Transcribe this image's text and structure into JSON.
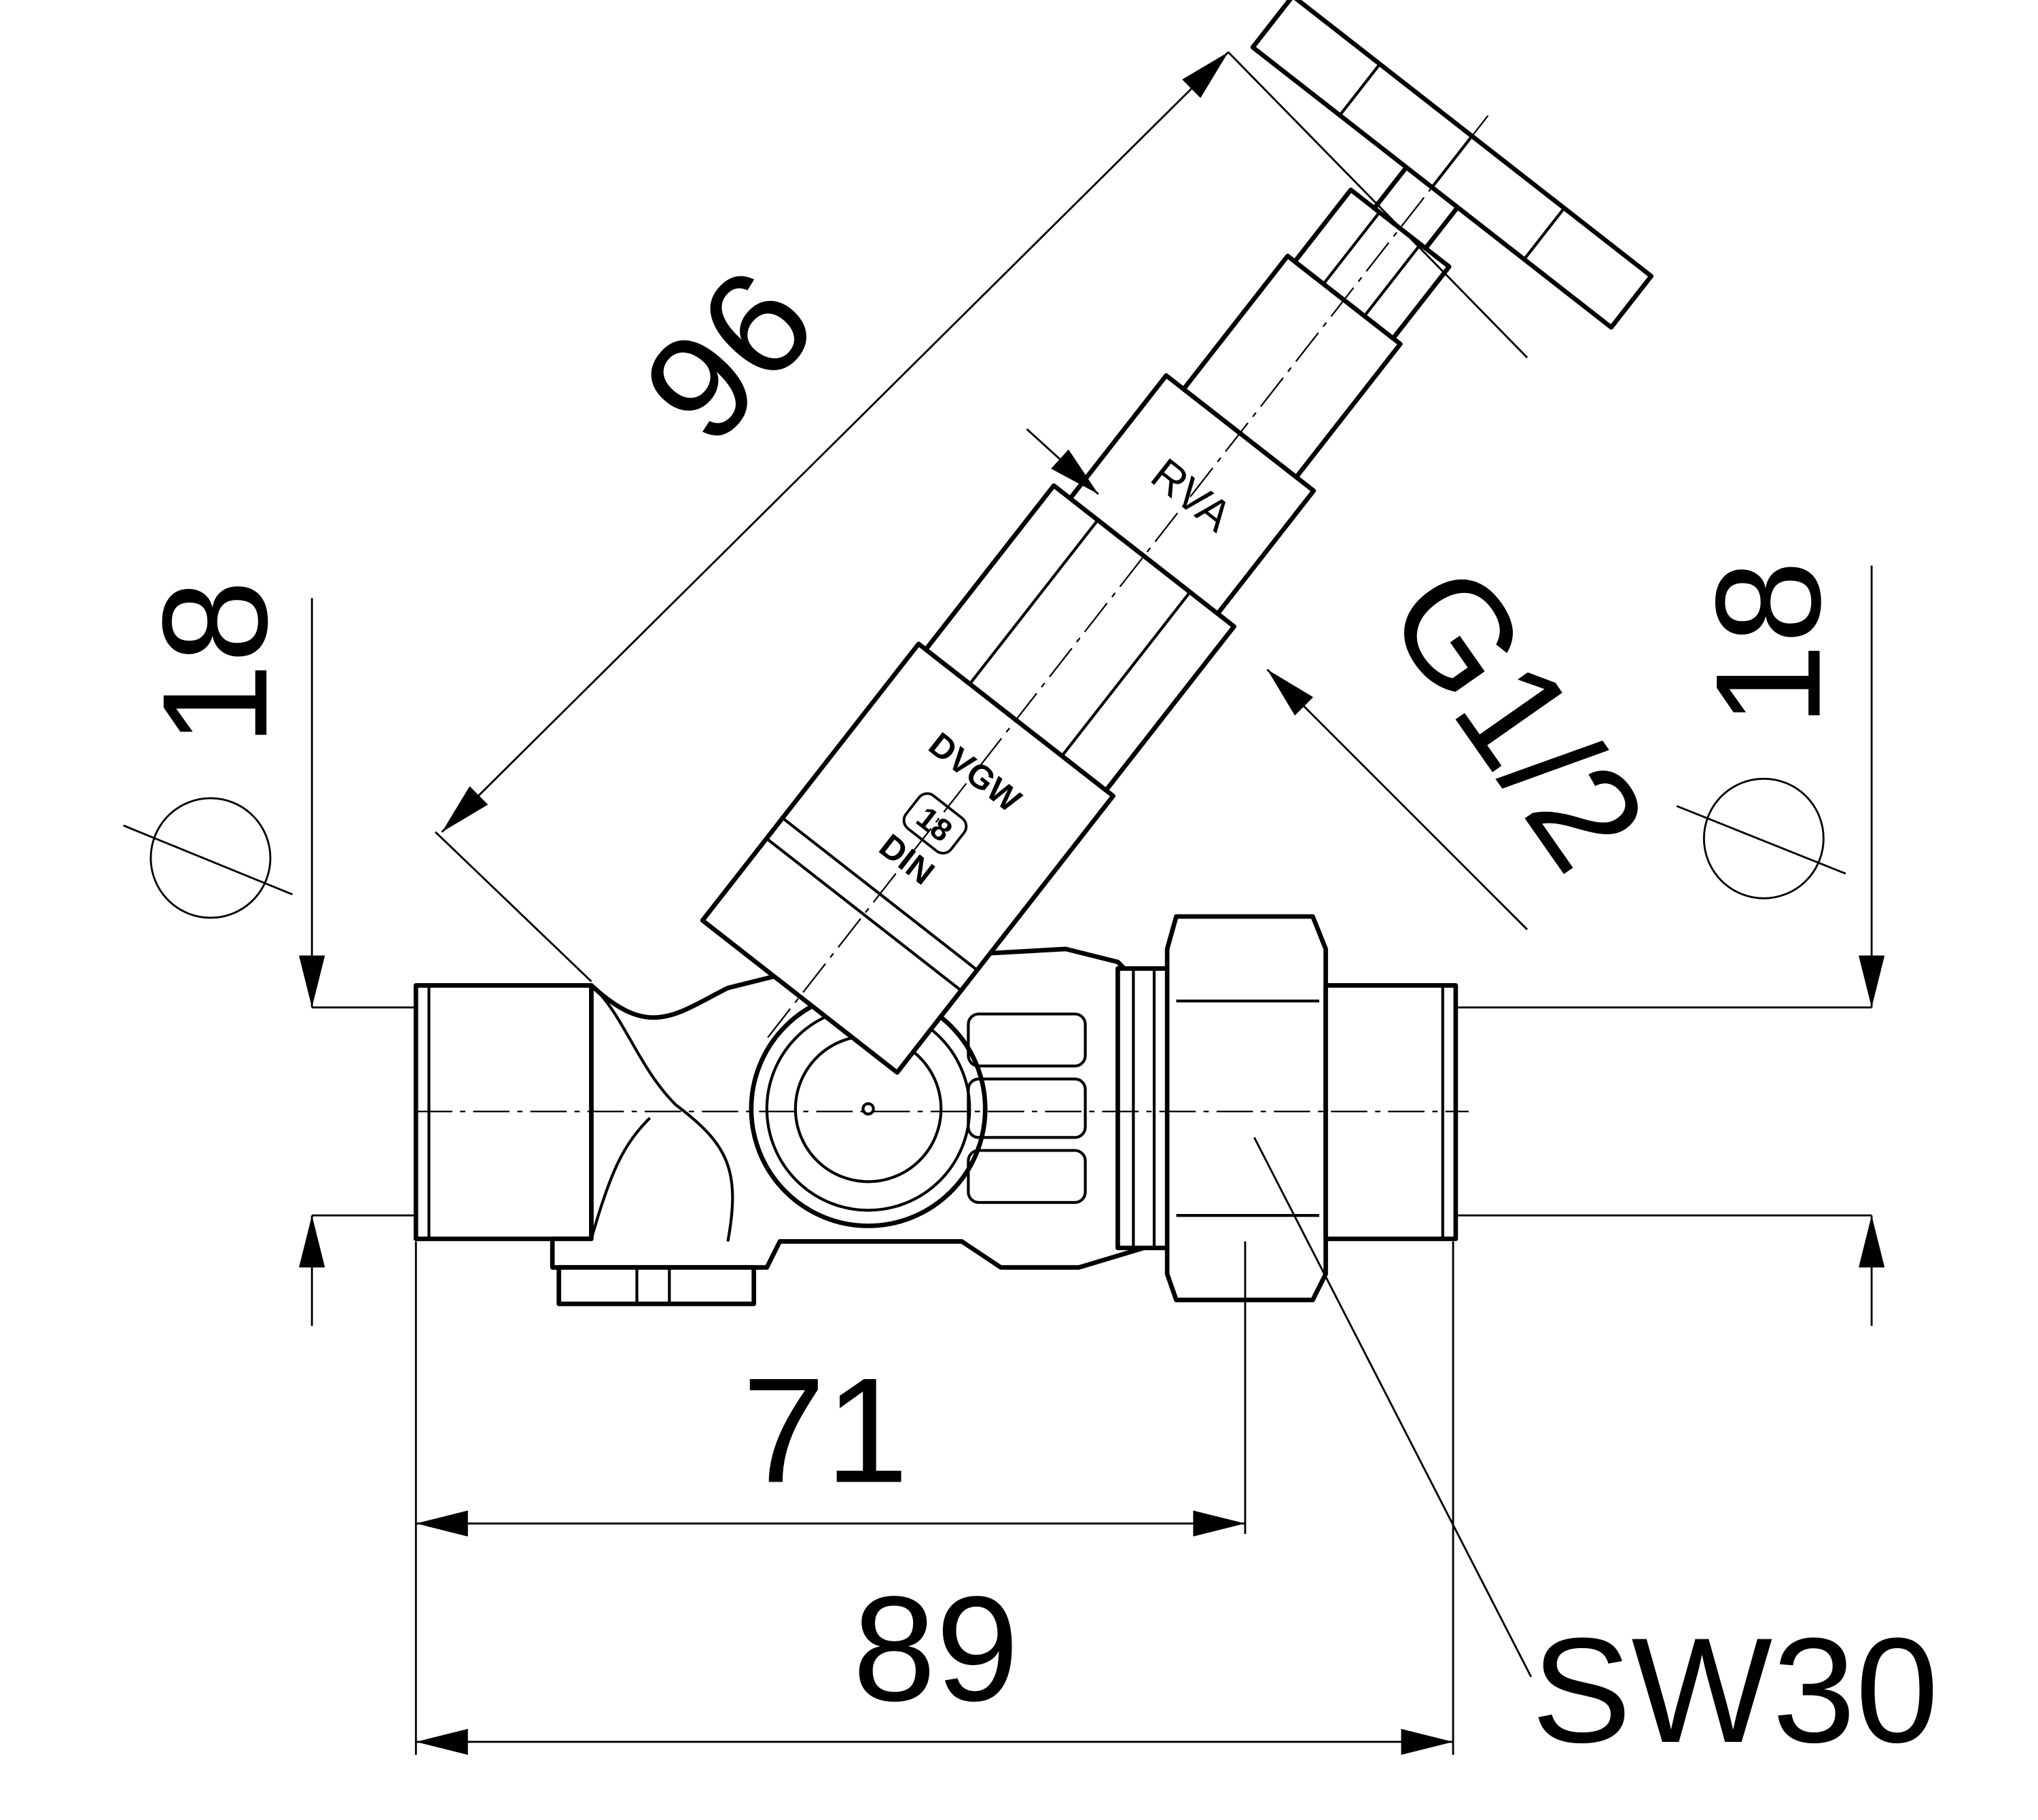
{
  "drawing": {
    "type": "technical drawing - angle seat valve with union",
    "dimensions": {
      "stem_length": "96",
      "left_diameter_symbol": "⌀",
      "left_diameter": "18",
      "right_diameter_symbol": "⌀",
      "right_diameter": "18",
      "thread": "G1/2",
      "to_union": "71",
      "overall_length": "89",
      "wrench_size": "SW30"
    },
    "markings": {
      "ring": "RVA",
      "approval": "DVGW",
      "badge": "18",
      "standard": "DIN"
    }
  }
}
